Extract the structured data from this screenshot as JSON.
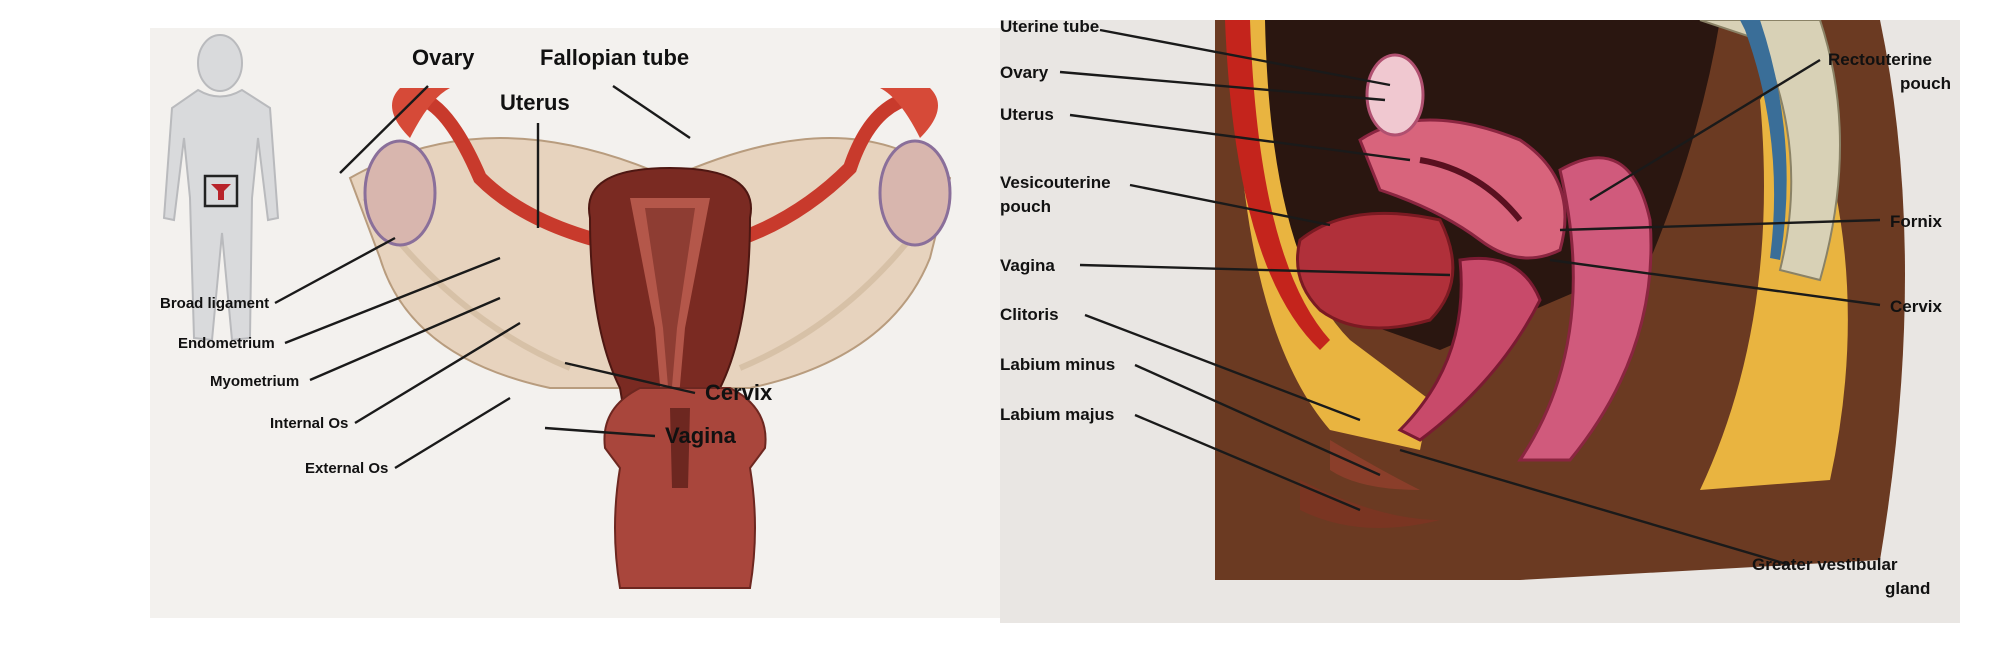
{
  "left_figure": {
    "labels": {
      "ovary": "Ovary",
      "fallopian_tube": "Fallopian tube",
      "uterus": "Uterus",
      "broad_ligament": "Broad ligament",
      "endometrium": "Endometrium",
      "myometrium": "Myometrium",
      "internal_os": "Internal Os",
      "external_os": "External Os",
      "cervix": "Cervix",
      "vagina": "Vagina"
    }
  },
  "right_figure": {
    "labels": {
      "uterine_tube": "Uterine tube",
      "ovary": "Ovary",
      "uterus": "Uterus",
      "vesicouterine_pouch_1": "Vesicouterine",
      "vesicouterine_pouch_2": "pouch",
      "vagina": "Vagina",
      "clitoris": "Clitoris",
      "labium_minus": "Labium minus",
      "labium_majus": "Labium majus",
      "rectouterine_pouch_1": "Rectouterine",
      "rectouterine_pouch_2": "pouch",
      "fornix": "Fornix",
      "cervix": "Cervix",
      "greater_vestibular_gland_1": "Greater vestibular",
      "greater_vestibular_gland_2": "gland"
    }
  }
}
